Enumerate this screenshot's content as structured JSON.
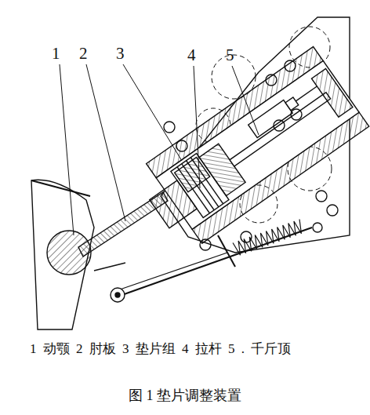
{
  "diagram": {
    "caption": "图 1 垫片调整装置",
    "labels": [
      "1",
      "2",
      "3",
      "4",
      "5",
      "1 动颚 2 肘板 3 垫片组 4 拉杆 5 . 千斤顶"
    ]
  }
}
